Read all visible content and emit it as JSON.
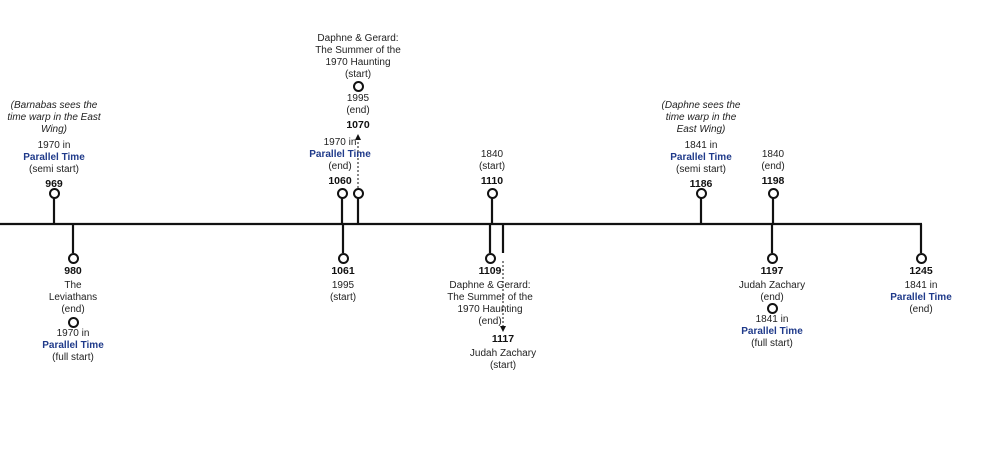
{
  "markers_above": [
    {
      "id": "969",
      "episode": "969",
      "lines": [
        "1970 in",
        "@Parallel Time",
        "(semi start)"
      ],
      "note": [
        "(Barnabas sees the",
        "time warp in the East",
        "Wing)"
      ]
    },
    {
      "id": "1060",
      "episode": "1060",
      "lines": [
        "1970 in",
        "@Parallel Time",
        "(end)"
      ]
    },
    {
      "id": "1070",
      "episode": "1070",
      "lines": [
        "1995",
        "(end)"
      ],
      "extra_ring": true,
      "top_lines": [
        "Daphne & Gerard:",
        "The Summer of the",
        "1970 Haunting",
        "(start)"
      ]
    },
    {
      "id": "1110",
      "episode": "1110",
      "lines": [
        "1840",
        "(start)"
      ]
    },
    {
      "id": "1186",
      "episode": "1186",
      "lines": [
        "1841 in",
        "@Parallel Time",
        "(semi start)"
      ],
      "note": [
        "(Daphne sees the",
        "time warp in the",
        "East Wing)"
      ]
    },
    {
      "id": "1198",
      "episode": "1198",
      "lines": [
        "1840",
        "(end)"
      ]
    }
  ],
  "markers_below": [
    {
      "id": "980",
      "episode": "980",
      "lines": [
        "The",
        "Leviathans",
        "(end)"
      ],
      "second": [
        "1970 in",
        "@Parallel Time",
        "(full start)"
      ]
    },
    {
      "id": "1061",
      "episode": "1061",
      "lines": [
        "1995",
        "(start)"
      ]
    },
    {
      "id": "1109",
      "episode": "1109",
      "lines": [
        "Daphne & Gerard:",
        "The Summer of the",
        "1970 Haunting",
        "(end)"
      ]
    },
    {
      "id": "1117",
      "episode": "1117",
      "lines": [
        "Judah Zachary",
        "(start)"
      ]
    },
    {
      "id": "1197",
      "episode": "1197",
      "lines": [
        "Judah Zachary",
        "(end)"
      ],
      "second": [
        "1841 in",
        "@Parallel Time",
        "(full start)"
      ]
    },
    {
      "id": "1245",
      "episode": "1245",
      "lines": [
        "1841 in",
        "@Parallel Time",
        "(end)"
      ]
    }
  ],
  "colors": {
    "line": "#111111",
    "parallel_time": "#1f3a8a",
    "text": "#222222"
  }
}
